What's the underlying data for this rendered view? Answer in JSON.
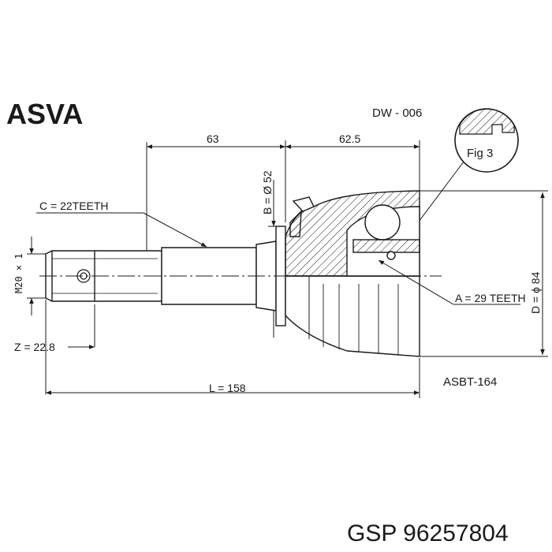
{
  "brand": "ASVA",
  "part_code": "DW - 006",
  "fig_label": "Fig 3",
  "dims": {
    "d63": "63",
    "d62_5": "62.5",
    "b": "B = Ø 52",
    "c": "C = 22TEETH",
    "m": "M20 × 1",
    "a": "A = 29 TEETH",
    "d": "D = ϕ 84",
    "z": "Z = 22.8",
    "l": "L = 158"
  },
  "article": "ASBT-164",
  "footer": "GSP 96257804",
  "colors": {
    "line": "#1a1a1a",
    "background": "#ffffff"
  }
}
